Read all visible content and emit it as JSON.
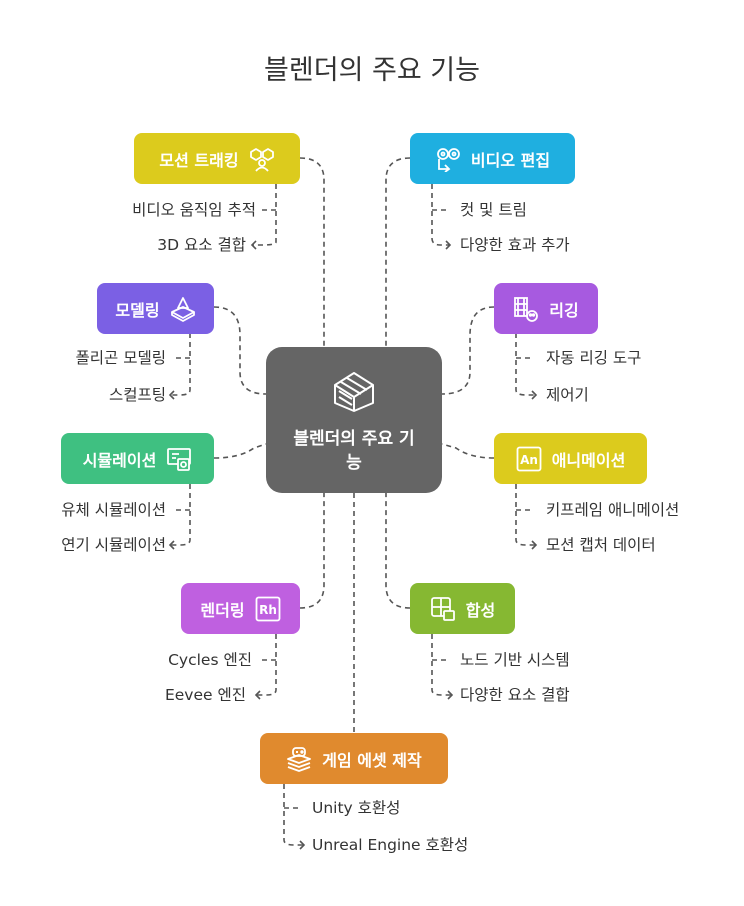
{
  "title": "블렌더의 주요 기능",
  "center": {
    "label": "블렌더의 주요 기능",
    "icon": "layers-cube-icon",
    "color": "#656565"
  },
  "features": [
    {
      "id": "motion-tracking",
      "label": "모션 트래킹",
      "color": "#DCCB1D",
      "icon": "motion-tracking-icon",
      "items": [
        "비디오 움직임 추적",
        "3D 요소 결합"
      ]
    },
    {
      "id": "video-editing",
      "label": "비디오 편집",
      "color": "#1FAFE0",
      "icon": "video-edit-icon",
      "items": [
        "컷 및 트림",
        "다양한 효과 추가"
      ]
    },
    {
      "id": "modeling",
      "label": "모델링",
      "color": "#7B60E4",
      "icon": "modeling-icon",
      "items": [
        "폴리곤 모델링",
        "스컬프팅"
      ]
    },
    {
      "id": "rigging",
      "label": "리깅",
      "color": "#A75AE0",
      "icon": "rigging-icon",
      "items": [
        "자동 리깅 도구",
        "제어기"
      ]
    },
    {
      "id": "simulation",
      "label": "시뮬레이션",
      "color": "#3FC081",
      "icon": "simulation-icon",
      "items": [
        "유체 시뮬레이션",
        "연기 시뮬레이션"
      ]
    },
    {
      "id": "animation",
      "label": "애니메이션",
      "color": "#DCCB1D",
      "icon": "animation-icon",
      "items": [
        "키프레임 애니메이션",
        "모션 캡처 데이터"
      ]
    },
    {
      "id": "rendering",
      "label": "렌더링",
      "color": "#BF60E0",
      "icon": "rendering-icon",
      "items": [
        "Cycles 엔진",
        "Eevee 엔진"
      ]
    },
    {
      "id": "compositing",
      "label": "합성",
      "color": "#86B832",
      "icon": "compositing-icon",
      "items": [
        "노드 기반 시스템",
        "다양한 요소 결합"
      ]
    },
    {
      "id": "game-asset",
      "label": "게임 에셋 제작",
      "color": "#E08A2E",
      "icon": "game-asset-icon",
      "items": [
        "Unity 호환성",
        "Unreal Engine 호환성"
      ]
    }
  ]
}
